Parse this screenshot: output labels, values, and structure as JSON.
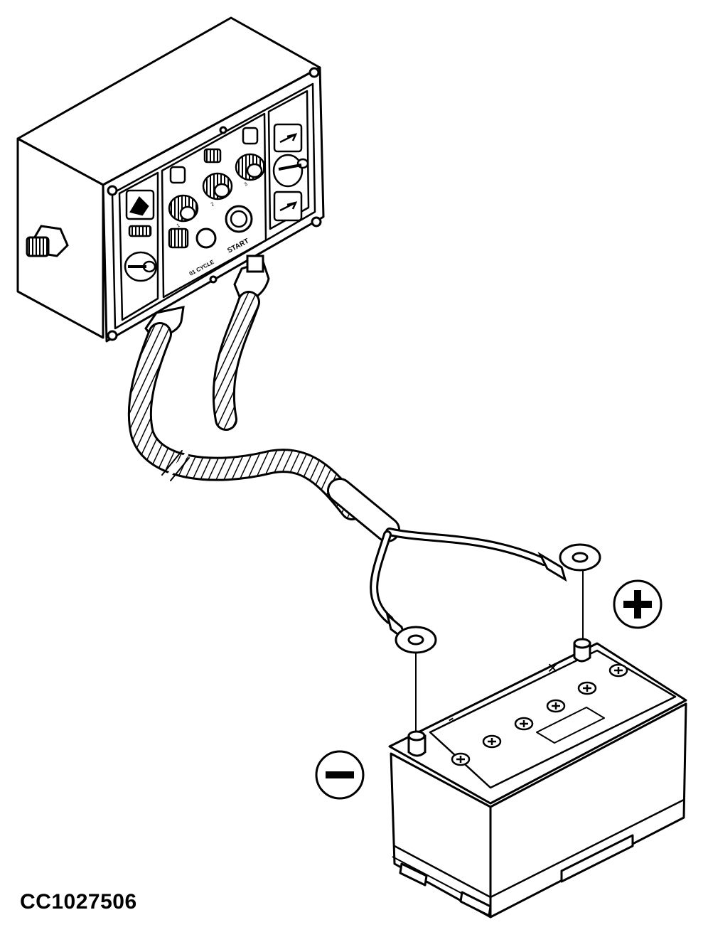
{
  "figure_id": "CC1027506",
  "panel": {
    "start_label": "START",
    "cycle_label": "01 CYCLE",
    "knob_labels": [
      "1",
      "2",
      "3"
    ]
  },
  "battery": {
    "positive_symbol": "+",
    "negative_symbol": "−",
    "case_plus_mark": "×",
    "case_minus_mark": "-"
  },
  "colors": {
    "ink": "#000000",
    "paper": "#ffffff",
    "shade": "#d9d9d9"
  }
}
